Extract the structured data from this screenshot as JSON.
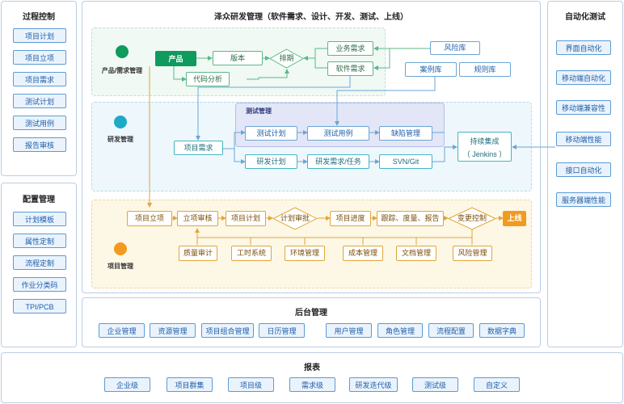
{
  "left_top": {
    "title": "过程控制",
    "items": [
      "项目计划",
      "项目立项",
      "项目需求",
      "测试计划",
      "测试用例",
      "报告审核"
    ]
  },
  "left_bottom": {
    "title": "配置管理",
    "items": [
      "计划模板",
      "属性定制",
      "流程定制",
      "作业分类码",
      "TPI/PCB"
    ]
  },
  "right": {
    "title": "自动化测试",
    "items": [
      "界面自动化",
      "移动端自动化",
      "移动端兼容性",
      "移动端性能",
      "接口自动化",
      "服务器端性能"
    ]
  },
  "center": {
    "title": "泽众研发管理（软件需求、设计、开发、测试、上线）",
    "product_zone": {
      "label": "产品/需求管理",
      "product": "产品",
      "version": "版本",
      "schedule": "排期",
      "biz_req": "业务需求",
      "sw_req": "软件需求",
      "code_analysis": "代码分析",
      "risk_lib": "风险库",
      "case_lib": "案例库",
      "rule_lib": "规则库"
    },
    "dev_zone": {
      "label": "研发管理",
      "test_mgmt": "测试管理",
      "test_plan": "测试计划",
      "test_case": "测试用例",
      "defect": "缺陷管理",
      "proj_req": "项目需求",
      "dev_plan": "研发计划",
      "dev_task": "研发需求/任务",
      "svn": "SVN/Git",
      "ci": "持续集成",
      "jenkins": "（ Jenkins ）"
    },
    "proj_zone": {
      "label": "项目管理",
      "steps": [
        "项目立项",
        "立项审核",
        "项目计划",
        "计划审批",
        "项目进度",
        "跟踪、度量、报告",
        "变更控制"
      ],
      "launch": "上线",
      "bottom": [
        "质量审计",
        "工时系统",
        "环境管理",
        "成本管理",
        "文档管理",
        "风险管理"
      ]
    }
  },
  "backend": {
    "title": "后台管理",
    "items": [
      "企业管理",
      "资源管理",
      "项目组合管理",
      "日历管理",
      "用户管理",
      "角色管理",
      "流程配置",
      "数据字典"
    ]
  },
  "reports": {
    "title": "报表",
    "items": [
      "企业级",
      "项目群集",
      "项目级",
      "需求级",
      "研发迭代级",
      "测试级",
      "自定义"
    ]
  },
  "colors": {
    "border": "#b9cde6",
    "btn_border": "#5b9bd5",
    "btn_fill": "#eaf3fc",
    "product_fill": "#f0f9f3",
    "dev_fill": "#eef7fb",
    "proj_fill": "#fdf7e6",
    "test_fill": "#e3e6f7",
    "launch": "#f39a1e",
    "product_btn": "#0f9a5e"
  }
}
